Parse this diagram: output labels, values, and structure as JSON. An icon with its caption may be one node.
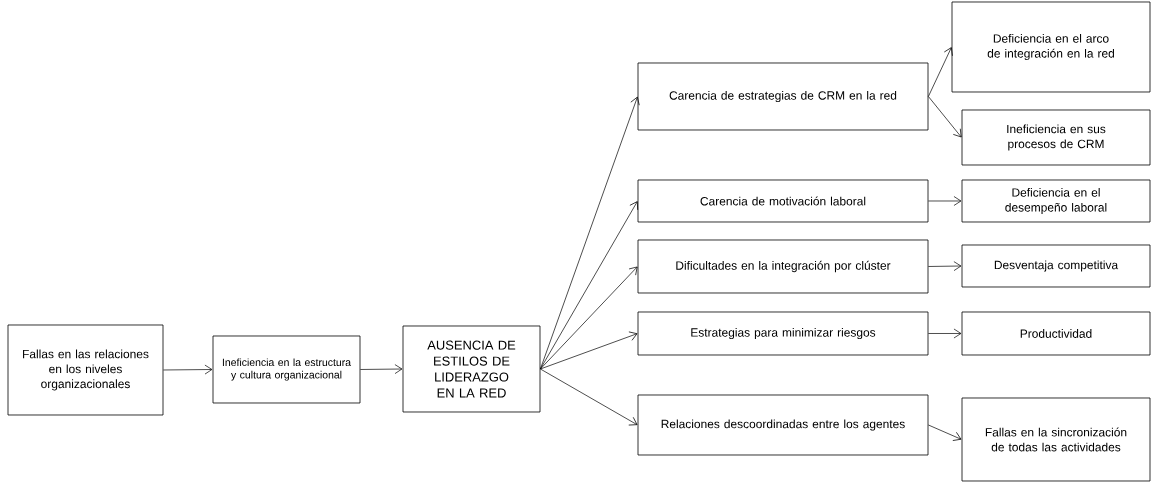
{
  "diagram": {
    "nodes": [
      {
        "text": [
          "Fallas en las relaciones en los niveles organizacionales"
        ]
      },
      {
        "text": [
          "Ineficiencia en la estructura y cultura organizacional"
        ]
      },
      {
        "text": [
          "AUSENCIA DE ESTILOS DE LIDERAZGO EN LA RED"
        ]
      },
      {
        "text": [
          "Carencia de estrategias de CRM en la red"
        ]
      },
      {
        "text": [
          "Deficiencia en el arco de integración en la red"
        ]
      },
      {
        "text": [
          "Ineficiencia en sus procesos de CRM"
        ]
      },
      {
        "text": [
          "Carencia de motivación laboral"
        ]
      },
      {
        "text": [
          "Deficiencia en el desempeño laboral"
        ]
      },
      {
        "text": [
          "Dificultades en la integración por clúster"
        ]
      },
      {
        "text": [
          "Desventaja competitiva"
        ]
      },
      {
        "text": [
          "Estrategias para minimizar riesgos"
        ]
      },
      {
        "text": [
          "Productividad"
        ]
      },
      {
        "text": [
          "Relaciones descoordinadas entre los agentes"
        ]
      },
      {
        "text": [
          "Fallas en la sincronización de todas las actividades"
        ]
      }
    ],
    "edges": [
      {
        "from": 0,
        "to": 1,
        "arrow": "to"
      },
      {
        "from": 1,
        "to": 2,
        "arrow": "to"
      },
      {
        "from": 2,
        "to": 3,
        "arrow": "to"
      },
      {
        "from": 2,
        "to": 6,
        "arrow": "to"
      },
      {
        "from": 2,
        "to": 8,
        "arrow": "to"
      },
      {
        "from": 2,
        "to": 10,
        "arrow": "to"
      },
      {
        "from": 2,
        "to": 12,
        "arrow": "to"
      },
      {
        "from": 3,
        "to": 4,
        "arrow": "to"
      },
      {
        "from": 3,
        "to": 5,
        "arrow": "to"
      },
      {
        "from": 6,
        "to": 7,
        "arrow": "to"
      },
      {
        "from": 8,
        "to": 9,
        "arrow": "to"
      },
      {
        "from": 10,
        "to": 11,
        "arrow": "to"
      },
      {
        "from": 12,
        "to": 13,
        "arrow": "to"
      }
    ]
  }
}
